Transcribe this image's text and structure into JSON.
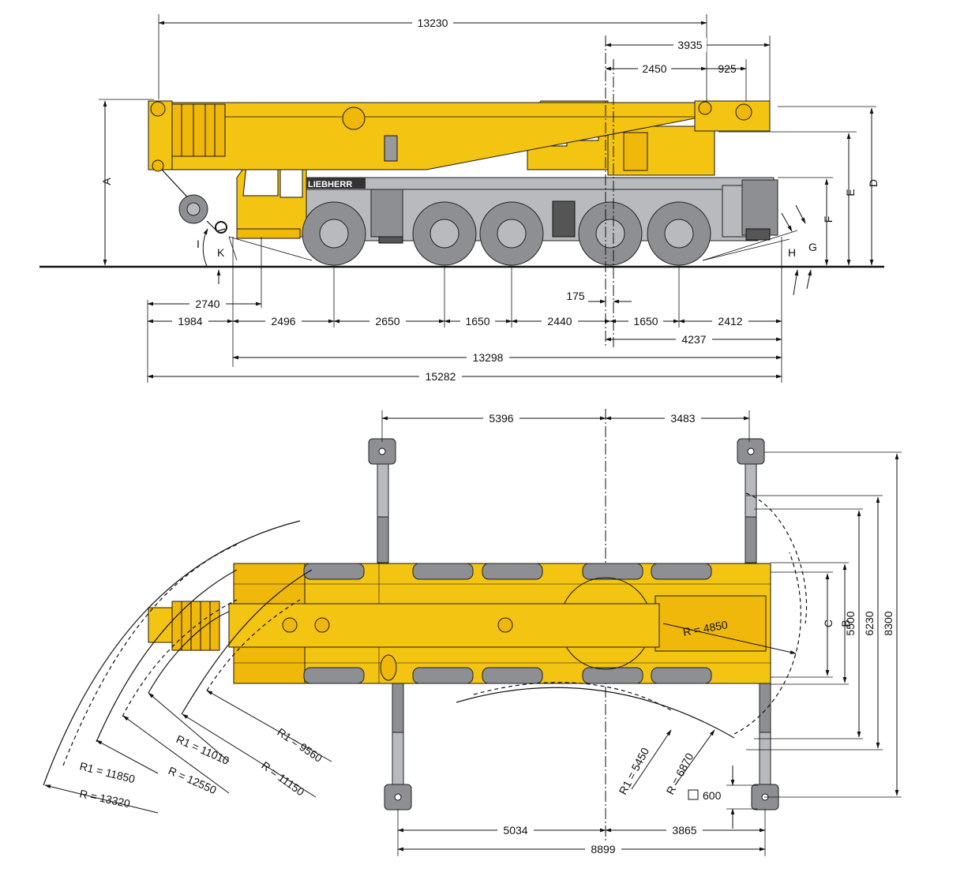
{
  "side_view": {
    "brand": "LIEBHERR",
    "dims": {
      "overall_boom": "13230",
      "rear_3935": "3935",
      "rear_2450": "2450",
      "rear_925": "925",
      "front_2740": "2740",
      "axle_1984": "1984",
      "axle_2496": "2496",
      "axle_2650": "2650",
      "axle_1650a": "1650",
      "axle_2440": "2440",
      "axle_1650b": "1650",
      "axle_2412": "2412",
      "offset_175": "175",
      "rear_4237": "4237",
      "total_13298": "13298",
      "total_15282": "15282"
    },
    "letters": {
      "A": "A",
      "D": "D",
      "E": "E",
      "F": "F",
      "G": "G",
      "H": "H",
      "I": "I",
      "K": "K"
    }
  },
  "top_view": {
    "dims": {
      "top_5396": "5396",
      "top_3483": "3483",
      "bottom_5034": "5034",
      "bottom_3865": "3865",
      "bottom_8899": "8899",
      "w_8300": "8300",
      "w_6230": "6230",
      "w_5500": "5500",
      "pad_600": "600"
    },
    "letters": {
      "B": "B",
      "C": "C"
    },
    "radii": {
      "r_4850": "R = 4850",
      "r1_9560": "R1 = 9560",
      "r_11150": "R = 11150",
      "r1_11010": "R1 = 11010",
      "r_12550": "R = 12550",
      "r1_11850": "R1 = 11850",
      "r_13320": "R = 13320",
      "r1_5450": "R1 = 5450",
      "r_6870": "R = 6870"
    }
  },
  "colors": {
    "crane_yellow": "#f4c412",
    "tyre_grey": "#8d8f93",
    "line": "#111111"
  }
}
